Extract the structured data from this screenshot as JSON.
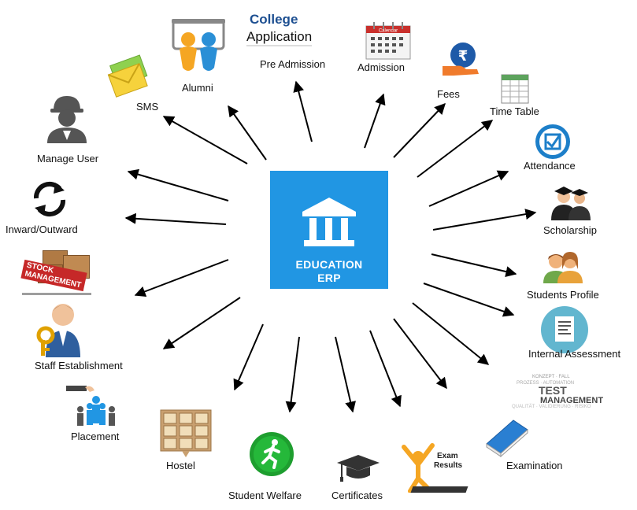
{
  "center": {
    "line1": "EDUCATION",
    "line2": "ERP"
  },
  "modules": [
    {
      "label": "Alumni"
    },
    {
      "label": "Pre Admission"
    },
    {
      "label": "Admission"
    },
    {
      "label": "SMS"
    },
    {
      "label": "Fees"
    },
    {
      "label": "Time Table"
    },
    {
      "label": "Manage User"
    },
    {
      "label": "Attendance"
    },
    {
      "label": "Inward/Outward"
    },
    {
      "label": "Scholarship"
    },
    {
      "label": "Students Profile"
    },
    {
      "label": "Staff Establishment"
    },
    {
      "label": "Internal Assessment"
    },
    {
      "label": "Placement"
    },
    {
      "label": "Hostel"
    },
    {
      "label": "Student Welfare"
    },
    {
      "label": "Certificates"
    },
    {
      "label": "Examination"
    }
  ],
  "icon_text": {
    "college": "College",
    "application": "Application",
    "calendar": "Calendar",
    "rupee": "₹",
    "stock": "STOCK",
    "management": "MANAGEMENT",
    "exam": "Exam",
    "results": "Results",
    "test": "TEST",
    "cloud_management": "MANAGEMENT"
  }
}
